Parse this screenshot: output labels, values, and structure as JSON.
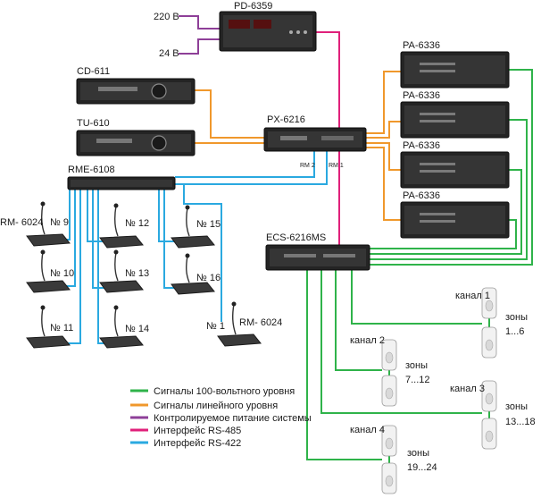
{
  "colors": {
    "green": "#2fb34a",
    "orange": "#f0982c",
    "purple": "#8e3f98",
    "pink": "#e0207a",
    "blue": "#2aa9e0"
  },
  "devices": {
    "pd": "PD-6359",
    "cd": "CD-611",
    "tu": "TU-610",
    "px": "PX-6216",
    "rme": "RME-6108",
    "pa1": "PA-6336",
    "pa2": "PA-6336",
    "pa3": "PA-6336",
    "pa4": "PA-6336",
    "ecs": "ECS-6216MS"
  },
  "power": {
    "v220": "220 В",
    "v24": "24 В"
  },
  "ports": {
    "rm2": "RM 2",
    "rm1": "RM 1"
  },
  "consoles": {
    "rm_left": "RM- 6024",
    "rm_right": "RM- 6024",
    "n9": "№ 9",
    "n10": "№ 10",
    "n11": "№ 11",
    "n12": "№ 12",
    "n13": "№ 13",
    "n14": "№ 14",
    "n15": "№ 15",
    "n16": "№ 16",
    "n1": "№ 1"
  },
  "channels": {
    "ch1": "канал 1",
    "ch2": "канал 2",
    "ch3": "канал 3",
    "ch4": "канал 4",
    "zones1_title": "зоны",
    "zones1_range": "1...6",
    "zones2_title": "зоны",
    "zones2_range": "7...12",
    "zones3_title": "зоны",
    "zones3_range": "13...18",
    "zones4_title": "зоны",
    "zones4_range": "19...24"
  },
  "legend": [
    {
      "label": "Сигналы 100-вольтного уровня",
      "color": "#2fb34a"
    },
    {
      "label": "Сигналы линейного уровня",
      "color": "#f0982c"
    },
    {
      "label": "Контролируемое питание системы",
      "color": "#8e3f98"
    },
    {
      "label": "Интерфейс RS-485",
      "color": "#e0207a"
    },
    {
      "label": "Интерфейс RS-422",
      "color": "#2aa9e0"
    }
  ]
}
